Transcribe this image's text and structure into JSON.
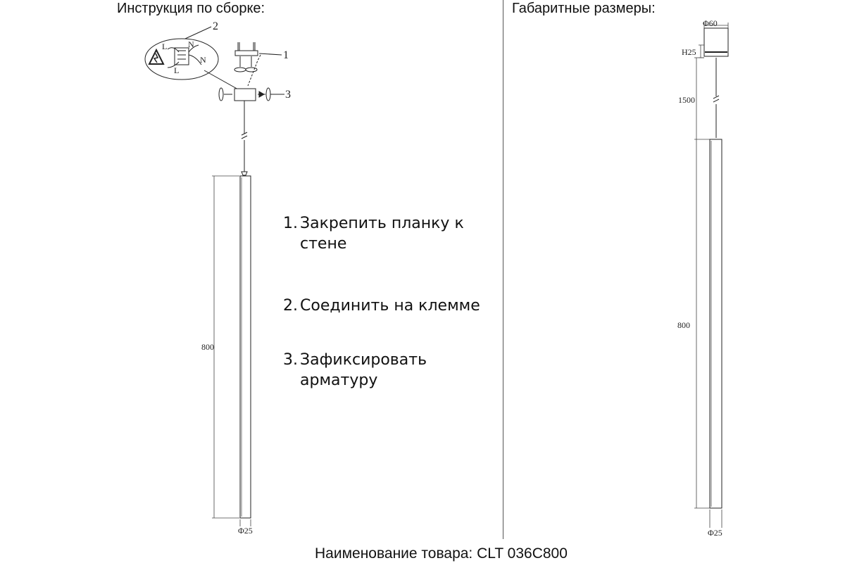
{
  "headings": {
    "assembly": "Инструкция по сборке:",
    "dimensions": "Габаритные размеры:"
  },
  "steps": [
    {
      "num": "1.",
      "text": "Закрепить планку к",
      "cont": "стене"
    },
    {
      "num": "2.",
      "text": "Соединить на клемме",
      "cont": ""
    },
    {
      "num": "3.",
      "text": "Зафиксировать",
      "cont": "арматуру"
    }
  ],
  "callouts": {
    "c1": "1",
    "c2": "2",
    "c3": "3",
    "wire_l": "L",
    "wire_n": "N"
  },
  "assembly_dims": {
    "length": "800",
    "diameter": "Φ25"
  },
  "overall_dims": {
    "canopy_diameter": "Φ60",
    "canopy_height": "H25",
    "cable_length": "1500",
    "length": "800",
    "diameter": "Φ25"
  },
  "footer": {
    "product_label": "Наименование товара: CLT 036C800"
  }
}
